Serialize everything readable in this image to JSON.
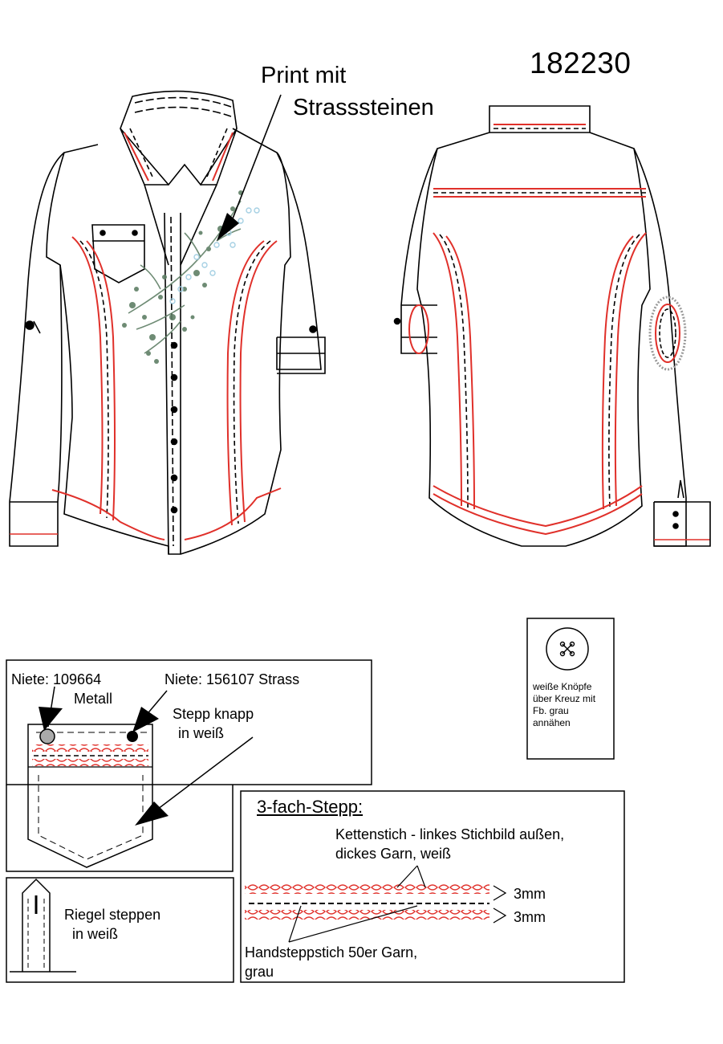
{
  "style_number": "182230",
  "print_callout": {
    "line1": "Print mit",
    "line2": "Strasssteinen"
  },
  "pocket_detail": {
    "rivet_metal_line1": "Niete: 109664",
    "rivet_metal_line2": "Metall",
    "rivet_strass": "Niete:  156107 Strass",
    "stitch_line1": "Stepp knapp",
    "stitch_line2": "in weiß"
  },
  "button_note": {
    "line1": "weiße Knöpfe",
    "line2": "über Kreuz mit",
    "line3": "Fb. grau",
    "line4": "annähen"
  },
  "bartack": {
    "line1": "Riegel steppen",
    "line2": "in weiß"
  },
  "triple_stitch": {
    "title": "3-fach-Stepp:",
    "chain_line1": "Kettenstich - linkes Stichbild außen,",
    "chain_line2": "dickes Garn, weiß",
    "gap1": "3mm",
    "gap2": "3mm",
    "hand_line1": "Handsteppstich 50er Garn,",
    "hand_line2": "grau"
  },
  "colors": {
    "stitch_red": "#e0302a",
    "line": "#000000",
    "print_green": "#5f7f66",
    "print_blue": "#9ccbe0",
    "elbow_grey": "#9a9a9a"
  }
}
